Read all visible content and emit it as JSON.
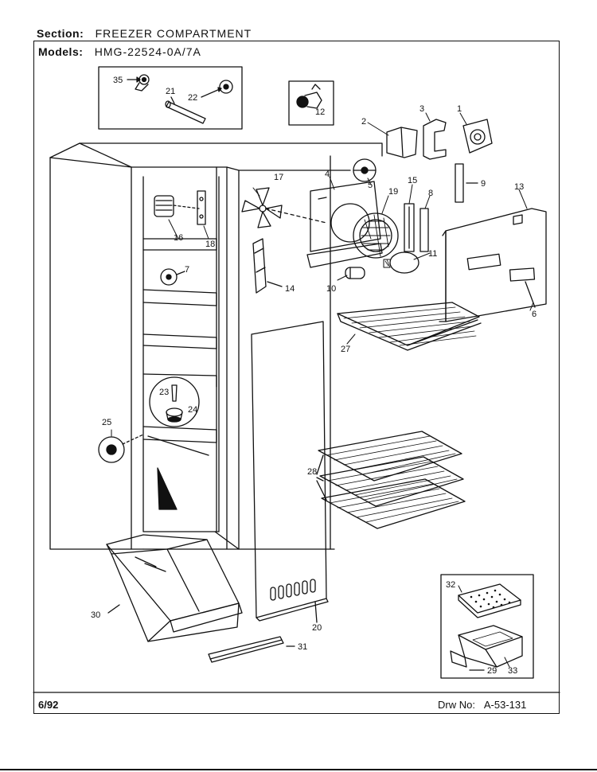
{
  "header": {
    "section_label": "Section:",
    "section_value": "FREEZER COMPARTMENT",
    "models_label": "Models:",
    "models_value": "HMG-22524-0A/7A"
  },
  "footer": {
    "date": "6/92",
    "drawing_label": "Drw No:",
    "drawing_number": "A-53-131"
  },
  "callouts": {
    "p1": "1",
    "p2": "2",
    "p3": "3",
    "p4": "4",
    "p5": "5",
    "p6": "6",
    "p7": "7",
    "p8": "8",
    "p9": "9",
    "p10": "10",
    "p11": "11",
    "p12": "12",
    "p13": "13",
    "p14": "14",
    "p15": "15",
    "p16": "16",
    "p17": "17",
    "p18": "18",
    "p19": "19",
    "p20": "20",
    "p21": "21",
    "p22": "22",
    "p23": "23",
    "p24": "24",
    "p25": "25",
    "p27": "27",
    "p28": "28",
    "p29": "29",
    "p30": "30",
    "p31": "31",
    "p32": "32",
    "p33": "33",
    "p35": "35"
  }
}
